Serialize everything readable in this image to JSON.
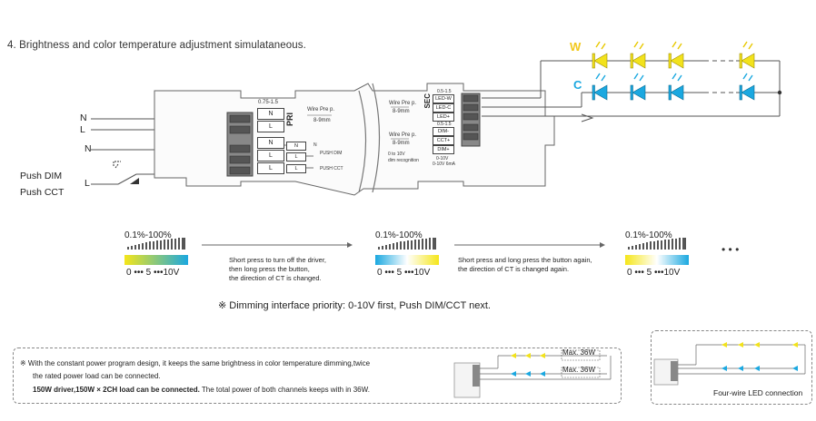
{
  "heading": "4. Brightness and color temperature adjustment simulataneous.",
  "inputs": {
    "n1": "N",
    "l1": "L",
    "n2": "N",
    "l2": "L",
    "push_dim": "Push DIM",
    "push_cct": "Push CCT"
  },
  "driver": {
    "pri": "PRI",
    "sec": "SEC",
    "pri_terminals": [
      "N",
      "L",
      "N",
      "L",
      "L"
    ],
    "pri_small": [
      "N",
      "L",
      "L"
    ],
    "pri_small_labels": [
      "N",
      "PUSH DIM",
      "PUSH CCT"
    ],
    "wire_prep_left": "Wire Pre p.",
    "wire_len_left": "8-9mm",
    "gauge_left": "0.75-1.5",
    "sec_terminals": [
      "LED-W",
      "LED-C",
      "LED+",
      "DIM-",
      "CCT+",
      "DIM+"
    ],
    "wire_prep_right": "Wire Pre p.",
    "wire_len_right": "8-9mm",
    "gauge_right": "0.5-1.5",
    "dim_note_1": "0-10V",
    "dim_note_2": "0-10V 6mA",
    "dim_small_1": "0 to 10V",
    "dim_small_2": "dim recognition"
  },
  "leds": {
    "w_label": "W",
    "c_label": "C",
    "warm_color": "#f2e21c",
    "cool_color": "#1ba8e0"
  },
  "steps": [
    {
      "pct": "0.1%-100%",
      "scale": "0 ••• 5 •••10V"
    },
    {
      "pct": "0.1%-100%",
      "scale": "0 ••• 5 •••10V"
    },
    {
      "pct": "0.1%-100%",
      "scale": "0 ••• 5 •••10V"
    }
  ],
  "captions": {
    "c1_1": "Short press to turn off the driver,",
    "c1_2": "then long press the button,",
    "c1_3": "the direction of CT is changed.",
    "c2_1": "Short press and long press the button again,",
    "c2_2": "the direction of CT is changed again.",
    "ellipsis": "• • •"
  },
  "priority": "※  Dimming interface priority: 0-10V first, Push DIM/CCT next.",
  "note": {
    "line1": "※  With the constant power program design, it keeps the same brightness in color temperature dimming,twice",
    "line2": "the rated power load can be connected.",
    "line3_bold": "150W driver,150W × 2CH load can be connected.",
    "line3_rest": " The total power of both channels keeps with in 36W.",
    "max1": "Max. 36W",
    "max2": "Max. 36W"
  },
  "four_wire": "Four-wire LED connection"
}
